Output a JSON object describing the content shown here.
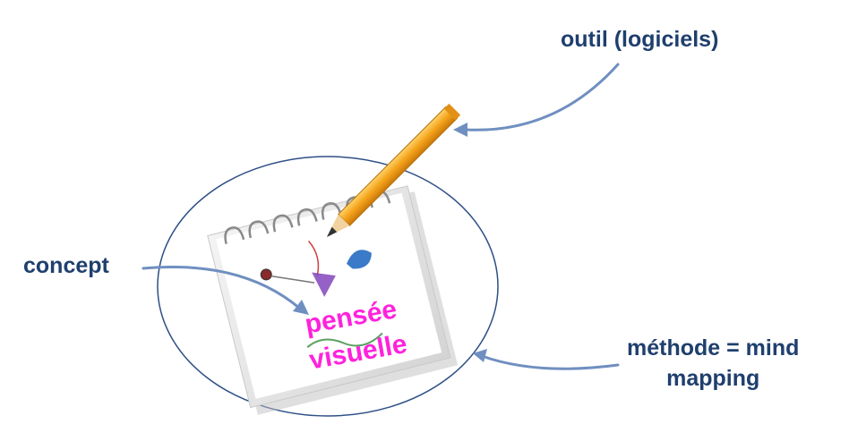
{
  "labels": {
    "outil": "outil (logiciels)",
    "concept": "concept",
    "methode_line1": "méthode = mind",
    "methode_line2": "mapping"
  },
  "notepad": {
    "line1": "pensée",
    "line2": "visuelle"
  },
  "colors": {
    "label_text": "#1f3f6e",
    "arrow": "#6f8fc0",
    "ellipse": "#2e4f86",
    "notepad_text": "#ff22dd",
    "pencil": "#f4a21a"
  }
}
